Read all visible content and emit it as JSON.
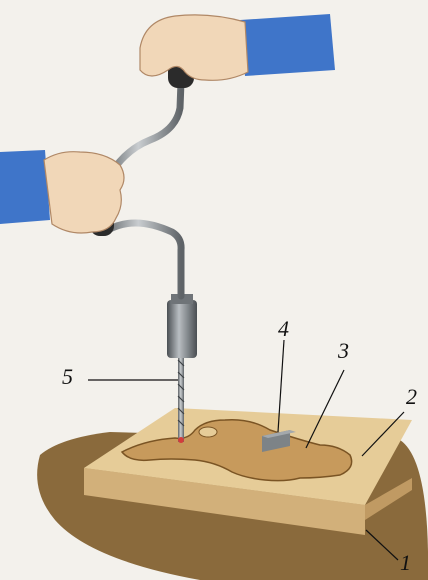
{
  "labels": {
    "l1": "1",
    "l2": "2",
    "l3": "3",
    "l4": "4",
    "l5": "5"
  },
  "colors": {
    "background": "#f3f1ec",
    "table": "#8a6a3c",
    "board_top": "#e6cc98",
    "board_side": "#d2b07a",
    "workpiece": "#c79a5c",
    "metal": "#8a8f93",
    "handle": "#2b2b2b",
    "sleeve": "#3f75c9",
    "skin": "#f1d7b8"
  }
}
